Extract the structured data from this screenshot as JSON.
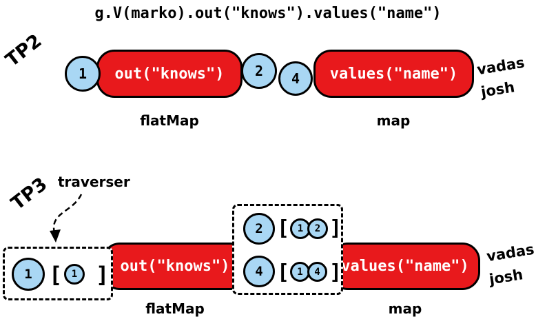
{
  "title": "g.V(marko).out(\"knows\").values(\"name\")",
  "brackets": {
    "open": "[",
    "close": "]"
  },
  "colors": {
    "red": "#e8191c",
    "blue": "#a9d7f4"
  },
  "tp2": {
    "section_label": "TP2",
    "input_value": "1",
    "flatmap_text": "out(\"knows\")",
    "mid_values": [
      "2",
      "4"
    ],
    "map_text": "values(\"name\")",
    "output_top": "vadas",
    "output_bottom": "josh",
    "flatmap_caption": "flatMap",
    "map_caption": "map"
  },
  "tp3": {
    "section_label": "TP3",
    "traverser_caption": "traverser",
    "input": {
      "value": "1",
      "path": [
        "1"
      ]
    },
    "flatmap_text": "out(\"knows\")",
    "mid": [
      {
        "value": "2",
        "path": [
          "1",
          "2"
        ]
      },
      {
        "value": "4",
        "path": [
          "1",
          "4"
        ]
      }
    ],
    "map_text": "values(\"name\")",
    "output_top": "vadas",
    "output_bottom": "josh",
    "flatmap_caption": "flatMap",
    "map_caption": "map"
  }
}
